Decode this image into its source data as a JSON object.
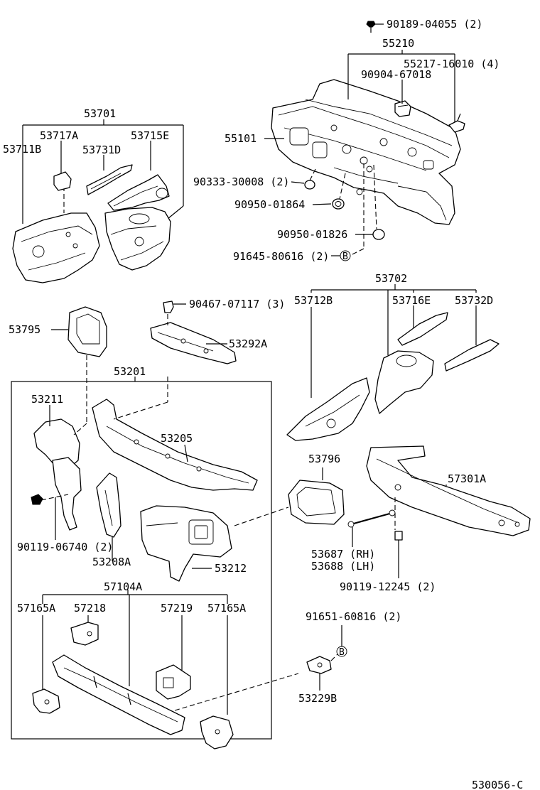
{
  "footer": {
    "diagram_code": "530056-C"
  },
  "callouts": [
    {
      "id": "c01",
      "text": "90189-04055 (2)"
    },
    {
      "id": "c02",
      "text": "55210"
    },
    {
      "id": "c03",
      "text": "55217-16010 (4)"
    },
    {
      "id": "c04",
      "text": "90904-67018"
    },
    {
      "id": "c05",
      "text": "55101"
    },
    {
      "id": "c06",
      "text": "90333-30008 (2)"
    },
    {
      "id": "c07",
      "text": "90950-01864"
    },
    {
      "id": "c08",
      "text": "90950-01826"
    },
    {
      "id": "c09",
      "text": "91645-80616 (2)"
    },
    {
      "id": "c10",
      "text": "53701"
    },
    {
      "id": "c11",
      "text": "53717A"
    },
    {
      "id": "c12",
      "text": "53711B"
    },
    {
      "id": "c13",
      "text": "53731D"
    },
    {
      "id": "c14",
      "text": "53715E"
    },
    {
      "id": "c15",
      "text": "53702"
    },
    {
      "id": "c16",
      "text": "53712B"
    },
    {
      "id": "c17",
      "text": "53716E"
    },
    {
      "id": "c18",
      "text": "53732D"
    },
    {
      "id": "c19",
      "text": "90467-07117 (3)"
    },
    {
      "id": "c20",
      "text": "53795"
    },
    {
      "id": "c21",
      "text": "53292A"
    },
    {
      "id": "c22",
      "text": "53201"
    },
    {
      "id": "c23",
      "text": "53211"
    },
    {
      "id": "c24",
      "text": "53205"
    },
    {
      "id": "c25",
      "text": "90119-06740 (2)"
    },
    {
      "id": "c26",
      "text": "53208A"
    },
    {
      "id": "c27",
      "text": "53212"
    },
    {
      "id": "c28",
      "text": "53796"
    },
    {
      "id": "c29",
      "text": "57301A"
    },
    {
      "id": "c30",
      "text": "53687 (RH)"
    },
    {
      "id": "c31",
      "text": "53688 (LH)"
    },
    {
      "id": "c32",
      "text": "90119-12245 (2)"
    },
    {
      "id": "c33",
      "text": "57104A"
    },
    {
      "id": "c34",
      "text": "57165A"
    },
    {
      "id": "c35",
      "text": "57218"
    },
    {
      "id": "c36",
      "text": "57219"
    },
    {
      "id": "c37",
      "text": "57165A"
    },
    {
      "id": "c38",
      "text": "91651-60816 (2)"
    },
    {
      "id": "c39",
      "text": "53229B"
    }
  ],
  "markers": [
    {
      "id": "m1",
      "text": "B"
    },
    {
      "id": "m2",
      "text": "B"
    }
  ]
}
